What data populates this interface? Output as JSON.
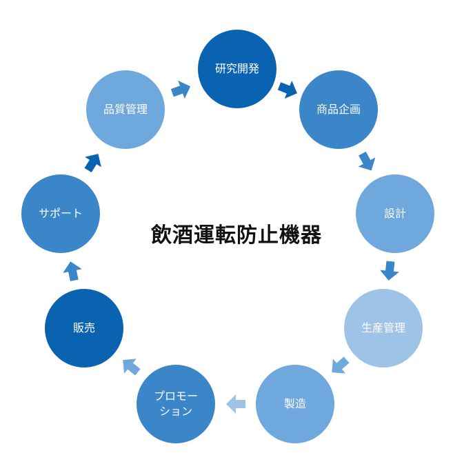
{
  "title": "飲酒運転防止機器",
  "steps": [
    {
      "label": "研究開発",
      "color": "#0a63b0"
    },
    {
      "label": "商品企画",
      "color": "#3b86c8"
    },
    {
      "label": "設計",
      "color": "#6fa8dc"
    },
    {
      "label": "生産管理",
      "color": "#9fc3e7"
    },
    {
      "label": "製造",
      "color": "#6fa8dc"
    },
    {
      "label": "プロモー\nション",
      "color": "#3b86c8"
    },
    {
      "label": "販売",
      "color": "#0a63b0"
    },
    {
      "label": "サポート",
      "color": "#3b86c8"
    },
    {
      "label": "品質管理",
      "color": "#6fa8dc"
    }
  ],
  "arrow_colors": [
    "#0a63b0",
    "#3b86c8",
    "#3b86c8",
    "#6fa8dc",
    "#9fc3e7",
    "#6fa8dc",
    "#3b86c8",
    "#0a63b0",
    "#3b86c8"
  ]
}
